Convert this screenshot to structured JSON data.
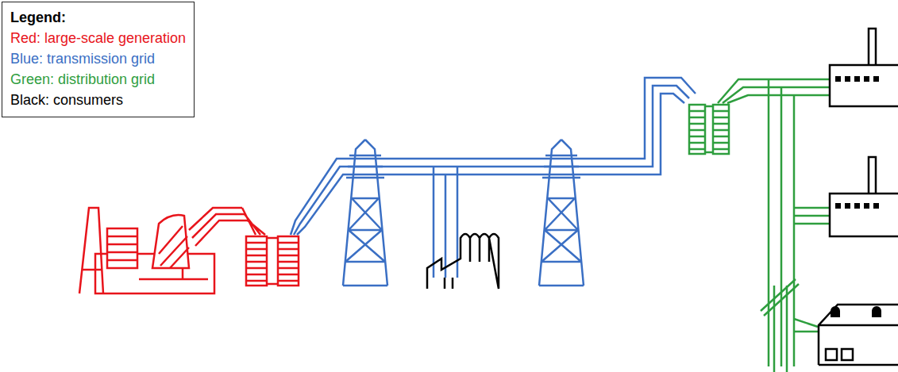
{
  "diagram": {
    "labels": [
      "Legend:"
    ],
    "legend": [
      {
        "text": "Red: large-scale generation",
        "color": "#e8141b"
      },
      {
        "text": "Blue: transmission grid",
        "color": "#3a6fc4"
      },
      {
        "text": "Green: distribution grid",
        "color": "#2e9e3e"
      },
      {
        "text": "Black: consumers",
        "color": "#000000"
      }
    ]
  }
}
